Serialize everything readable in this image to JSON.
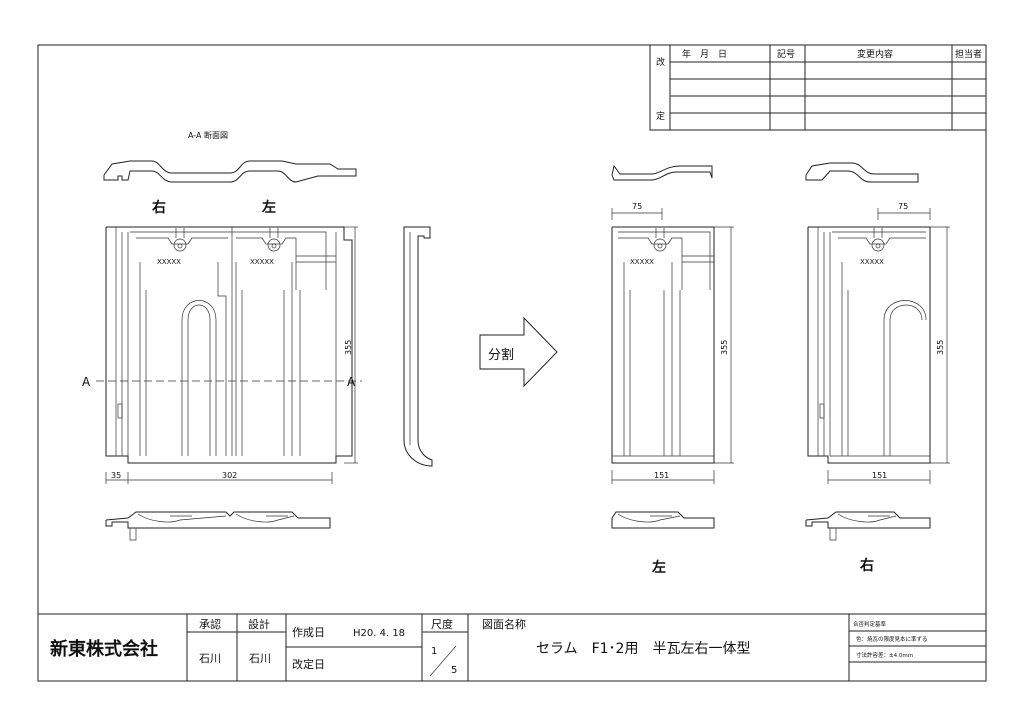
{
  "revision_table": {
    "side_label_top": "改",
    "side_label_bottom": "定",
    "headers": [
      "年　月　日",
      "記号",
      "変更内容",
      "担当者"
    ]
  },
  "views": {
    "section_title": "A-A 断面図",
    "label_right": "右",
    "label_left": "左",
    "xxxxx": "XXXXX",
    "section_mark": "A",
    "split_label": "分割",
    "bottom_label_left": "左",
    "bottom_label_right": "右"
  },
  "dimensions": {
    "height": "355",
    "left_margin": "35",
    "full_width": "302",
    "half_width": "151",
    "small_offset": "75"
  },
  "title_block": {
    "company": "新東株式会社",
    "approve_label": "承認",
    "design_label": "設計",
    "approve_name": "石川",
    "design_name": "石川",
    "created_label": "作成日",
    "created_date": "H20. 4. 18",
    "revised_label": "改定日",
    "scale_label": "尺度",
    "scale_num": "1",
    "scale_den": "5",
    "drawing_name_label": "図面名称",
    "drawing_name": "セラム　F1･2用　半瓦左右一体型",
    "criteria_title": "合否判定基準",
    "criteria_color": "色：焼瓦の限度見本に準ずる",
    "criteria_tolerance": "寸法許容差：±4.0mm"
  }
}
